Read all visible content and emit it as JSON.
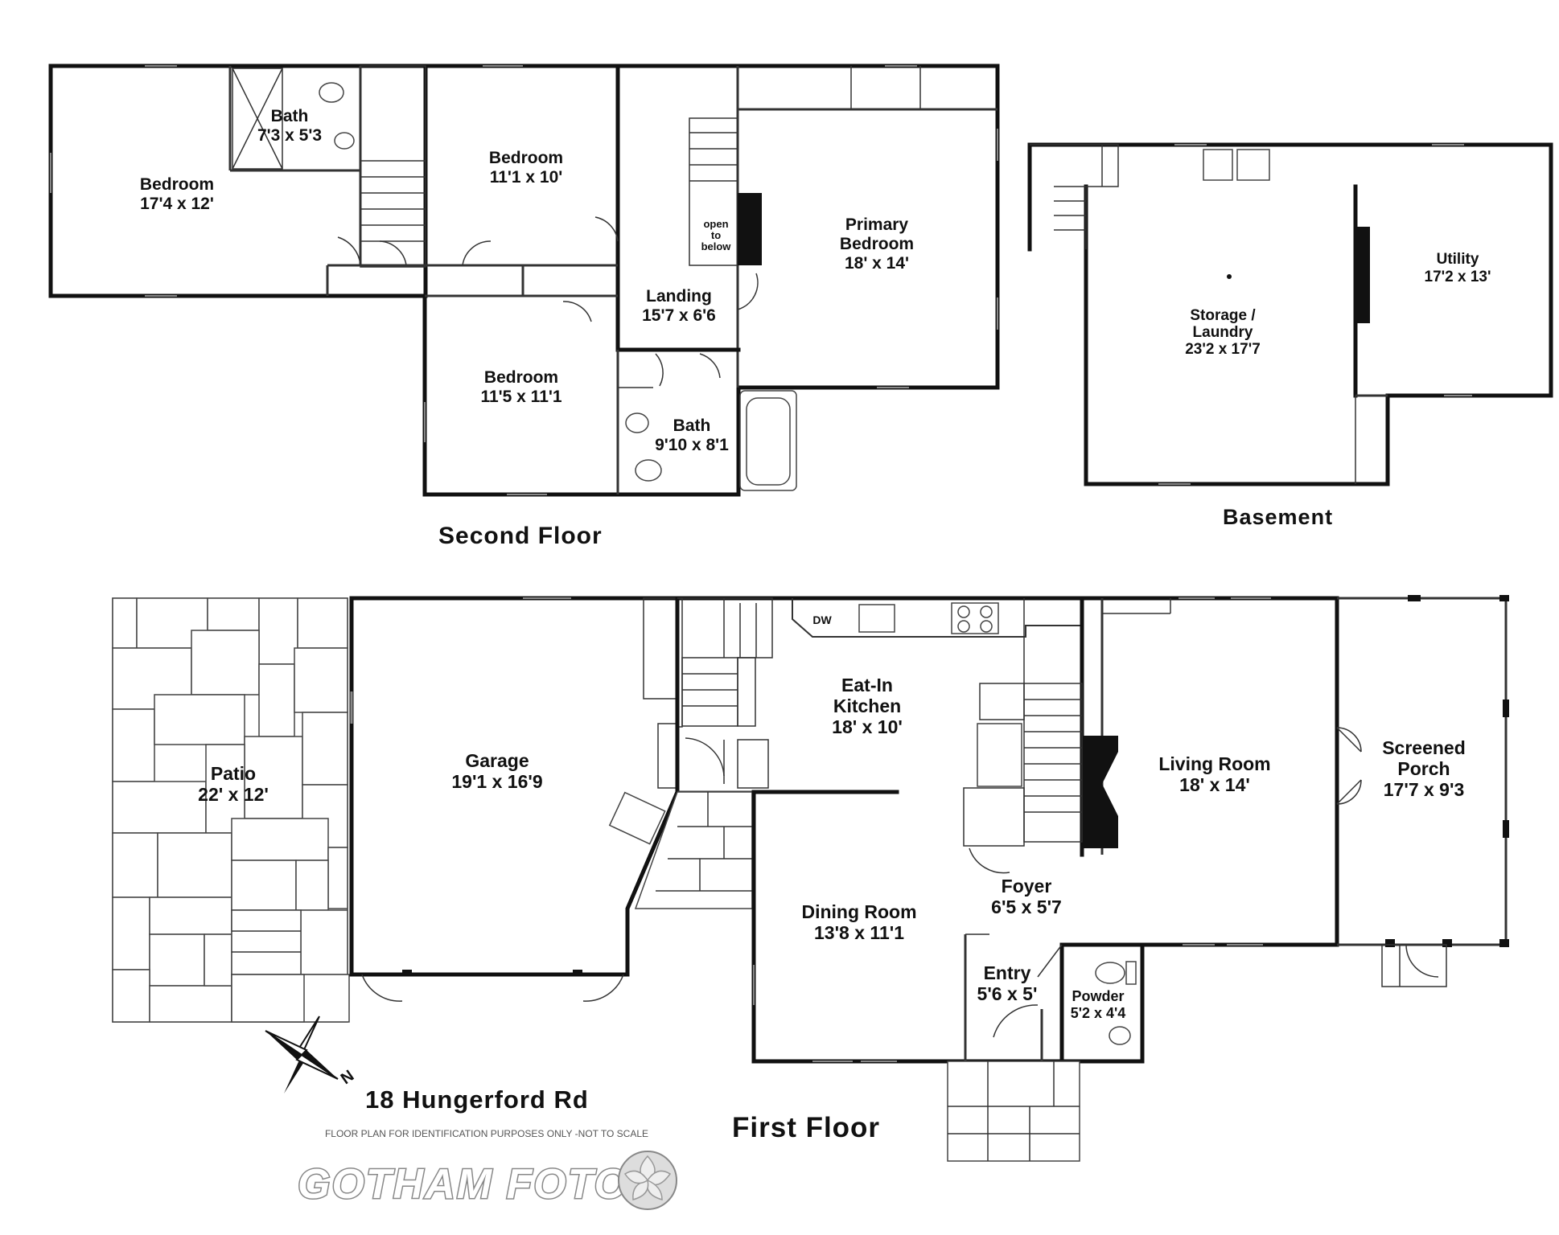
{
  "floors": {
    "second": {
      "title": "Second Floor",
      "rooms": [
        {
          "name": "Bedroom",
          "dim": "17'4 x 12'"
        },
        {
          "name": "Bath",
          "dim": "7'3 x 5'3"
        },
        {
          "name": "Bedroom",
          "dim": "11'1 x 10'"
        },
        {
          "name": "Primary Bedroom",
          "name_line1": "Primary",
          "name_line2": "Bedroom",
          "dim": "18' x 14'"
        },
        {
          "name": "Landing",
          "dim": "15'7 x 6'6"
        },
        {
          "name": "Bedroom",
          "dim": "11'5 x 11'1"
        },
        {
          "name": "Bath",
          "dim": "9'10 x 8'1"
        }
      ],
      "note": {
        "line1": "open",
        "line2": "to",
        "line3": "below"
      }
    },
    "basement": {
      "title": "Basement",
      "rooms": [
        {
          "name": "Storage / Laundry",
          "name_line1": "Storage /",
          "name_line2": "Laundry",
          "dim": "23'2 x 17'7"
        },
        {
          "name": "Utility",
          "dim": "17'2 x 13'"
        }
      ]
    },
    "first": {
      "title": "First Floor",
      "rooms": [
        {
          "name": "Patio",
          "dim": "22' x 12'"
        },
        {
          "name": "Garage",
          "dim": "19'1 x 16'9"
        },
        {
          "name": "Eat-In Kitchen",
          "name_line1": "Eat-In",
          "name_line2": "Kitchen",
          "dim": "18' x 10'"
        },
        {
          "name": "Living Room",
          "dim": "18' x 14'"
        },
        {
          "name": "Screened Porch",
          "name_line1": "Screened",
          "name_line2": "Porch",
          "dim": "17'7 x 9'3"
        },
        {
          "name": "Dining Room",
          "dim": "13'8 x 11'1"
        },
        {
          "name": "Foyer",
          "dim": "6'5 x 5'7"
        },
        {
          "name": "Entry",
          "dim": "5'6 x 5'"
        },
        {
          "name": "Powder",
          "dim": "5'2 x 4'4"
        }
      ],
      "appliance": "DW"
    }
  },
  "address": "18 Hungerford Rd",
  "disclaimer": "FLOOR PLAN FOR IDENTIFICATION PURPOSES ONLY -NOT TO SCALE",
  "compass": {
    "label": "N"
  },
  "brand": {
    "name": "GOTHAM FOTO"
  },
  "colors": {
    "ink": "#111111",
    "walls": "#111111",
    "background": "#ffffff",
    "logo_outline": "#888888"
  }
}
